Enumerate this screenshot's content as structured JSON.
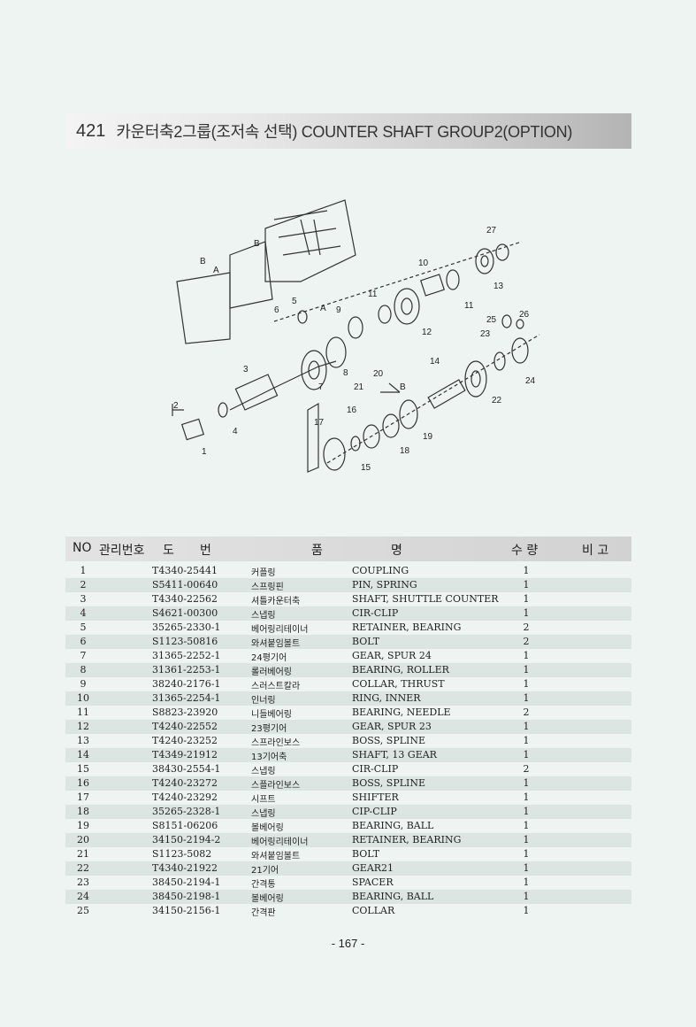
{
  "header": {
    "number": "421",
    "title": "카운터축2그룹(조저속 선택) COUNTER SHAFT GROUP2(OPTION)"
  },
  "diagram": {
    "labels": [
      "27",
      "10",
      "13",
      "11",
      "11",
      "12",
      "5",
      "9",
      "A",
      "6",
      "B",
      "A",
      "B",
      "25",
      "26",
      "23",
      "24",
      "14",
      "22",
      "20",
      "21",
      "B",
      "3",
      "8",
      "7",
      "2",
      "4",
      "1",
      "16",
      "17",
      "19",
      "18",
      "15"
    ]
  },
  "table": {
    "headers": {
      "no": "NO",
      "mgmt": "관리번호",
      "drawing_1": "도",
      "drawing_2": "번",
      "item_1": "품",
      "item_2": "명",
      "qty": "수 량",
      "remarks": "비 고"
    },
    "rows": [
      {
        "no": "1",
        "part": "T4340-25441",
        "kor": "커플링",
        "name": "COUPLING",
        "qty": "1"
      },
      {
        "no": "2",
        "part": "S5411-00640",
        "kor": "스프링핀",
        "name": "PIN, SPRING",
        "qty": "1"
      },
      {
        "no": "3",
        "part": "T4340-22562",
        "kor": "셔틀카운터축",
        "name": "SHAFT, SHUTTLE COUNTER",
        "qty": "1"
      },
      {
        "no": "4",
        "part": "S4621-00300",
        "kor": "스냅링",
        "name": "CIR-CLIP",
        "qty": "1"
      },
      {
        "no": "5",
        "part": "35265-2330-1",
        "kor": "베어링리테이너",
        "name": "RETAINER, BEARING",
        "qty": "2"
      },
      {
        "no": "6",
        "part": "S1123-50816",
        "kor": "와셔붙임볼트",
        "name": "BOLT",
        "qty": "2"
      },
      {
        "no": "7",
        "part": "31365-2252-1",
        "kor": "24평기어",
        "name": "GEAR, SPUR 24",
        "qty": "1"
      },
      {
        "no": "8",
        "part": "31361-2253-1",
        "kor": "롤러베어링",
        "name": "BEARING, ROLLER",
        "qty": "1"
      },
      {
        "no": "9",
        "part": "38240-2176-1",
        "kor": "스러스트칼라",
        "name": "COLLAR, THRUST",
        "qty": "1"
      },
      {
        "no": "10",
        "part": "31365-2254-1",
        "kor": "인너링",
        "name": "RING, INNER",
        "qty": "1"
      },
      {
        "no": "11",
        "part": "S8823-23920",
        "kor": "니들베어링",
        "name": "BEARING, NEEDLE",
        "qty": "2"
      },
      {
        "no": "12",
        "part": "T4240-22552",
        "kor": "23평기어",
        "name": "GEAR, SPUR 23",
        "qty": "1"
      },
      {
        "no": "13",
        "part": "T4240-23252",
        "kor": "스프라인보스",
        "name": "BOSS, SPLINE",
        "qty": "1"
      },
      {
        "no": "14",
        "part": "T4349-21912",
        "kor": "13기어축",
        "name": "SHAFT, 13 GEAR",
        "qty": "1"
      },
      {
        "no": "15",
        "part": "38430-2554-1",
        "kor": "스냅링",
        "name": "CIR-CLIP",
        "qty": "2"
      },
      {
        "no": "16",
        "part": "T4240-23272",
        "kor": "스플라인보스",
        "name": "BOSS, SPLINE",
        "qty": "1"
      },
      {
        "no": "17",
        "part": "T4240-23292",
        "kor": "시프트",
        "name": "SHIFTER",
        "qty": "1"
      },
      {
        "no": "18",
        "part": "35265-2328-1",
        "kor": "스냅링",
        "name": "CIP-CLIP",
        "qty": "1"
      },
      {
        "no": "19",
        "part": "S8151-06206",
        "kor": "볼베어링",
        "name": "BEARING, BALL",
        "qty": "1"
      },
      {
        "no": "20",
        "part": "34150-2194-2",
        "kor": "베어링리테이너",
        "name": "RETAINER, BEARING",
        "qty": "1"
      },
      {
        "no": "21",
        "part": "S1123-5082",
        "kor": "와셔붙임볼트",
        "name": "BOLT",
        "qty": "1"
      },
      {
        "no": "22",
        "part": "T4340-21922",
        "kor": "21기어",
        "name": "GEAR21",
        "qty": "1"
      },
      {
        "no": "23",
        "part": "38450-2194-1",
        "kor": "간격통",
        "name": "SPACER",
        "qty": "1"
      },
      {
        "no": "24",
        "part": "38450-2198-1",
        "kor": "볼베어링",
        "name": "BEARING, BALL",
        "qty": "1"
      },
      {
        "no": "25",
        "part": "34150-2156-1",
        "kor": "간격판",
        "name": "COLLAR",
        "qty": "1"
      }
    ]
  },
  "footer": {
    "page": "- 167 -"
  }
}
